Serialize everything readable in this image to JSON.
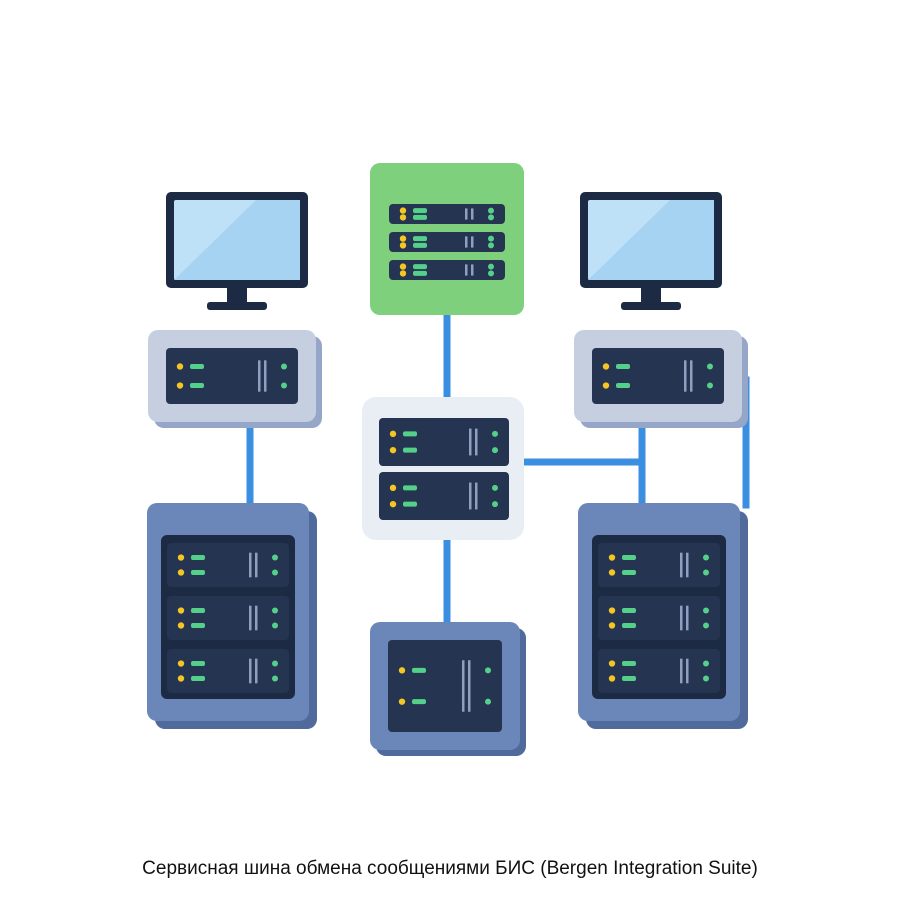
{
  "caption": "Сервисная шина обмена сообщениями БИС (Bergen Integration Suite)",
  "colors": {
    "background": "#ffffff",
    "link": "#3b8fe0",
    "monitor_frame": "#1d2a44",
    "monitor_screen": "#bfe1f7",
    "server_frame": "#c5cfe0",
    "server_frame_dark": "#7289b8",
    "rack_frame": "#6b86b8",
    "unit_body": "#253450",
    "led_yellow": "#f3c623",
    "led_green": "#55d08a",
    "green_panel": "#7ed07c",
    "center_panel": "#e9eef5"
  },
  "diagram": {
    "nodes": [
      {
        "id": "workstation-left",
        "kind": "monitor",
        "icon": "monitor-icon"
      },
      {
        "id": "workstation-right",
        "kind": "monitor",
        "icon": "monitor-icon"
      },
      {
        "id": "green-server-stack",
        "kind": "server-stack",
        "units": 3,
        "icon": "server-icon"
      },
      {
        "id": "left-server",
        "kind": "server",
        "units": 1,
        "icon": "server-icon"
      },
      {
        "id": "right-server",
        "kind": "server",
        "units": 1,
        "icon": "server-icon"
      },
      {
        "id": "central-bus-server",
        "kind": "server",
        "units": 2,
        "icon": "server-icon"
      },
      {
        "id": "left-rack",
        "kind": "rack",
        "units": 3,
        "icon": "server-rack-icon"
      },
      {
        "id": "right-rack",
        "kind": "rack",
        "units": 3,
        "icon": "server-rack-icon"
      },
      {
        "id": "bottom-server",
        "kind": "server",
        "units": 1,
        "icon": "server-icon"
      }
    ],
    "links": [
      {
        "from": "green-server-stack",
        "to": "central-bus-server"
      },
      {
        "from": "central-bus-server",
        "to": "bottom-server"
      },
      {
        "from": "central-bus-server",
        "to": "right-server"
      },
      {
        "from": "left-server",
        "to": "left-rack"
      },
      {
        "from": "right-server",
        "to": "right-rack"
      },
      {
        "from": "right-server",
        "to": "right-rack"
      }
    ]
  }
}
